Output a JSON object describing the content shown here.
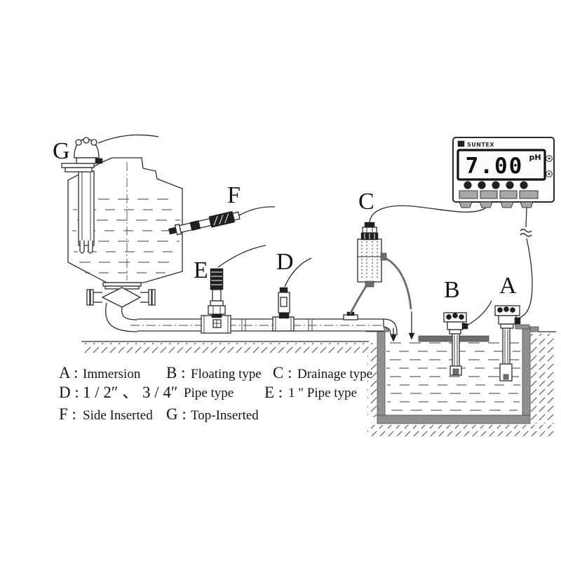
{
  "diagram": {
    "meter": {
      "brand": "SUNTEX",
      "value": "7.00",
      "unit": "pH"
    },
    "labels": {
      "a": "A",
      "b": "B",
      "c": "C",
      "d": "D",
      "e": "E",
      "f": "F",
      "g": "G"
    },
    "legend": {
      "a_key": "A :",
      "a_text": "Immersion",
      "b_key": "B :",
      "b_text": "Floating type",
      "c_key": "C :",
      "c_text": "Drainage type",
      "d_key": "D :",
      "d_text": "1 / 2″ 、 3 / 4″",
      "d_text2": "Pipe type",
      "e_key": "E :",
      "e_text": "1 \" Pipe type",
      "f_key": "F :",
      "f_text": "Side Inserted",
      "g_key": "G :",
      "g_text": "Top-Inserted"
    }
  }
}
